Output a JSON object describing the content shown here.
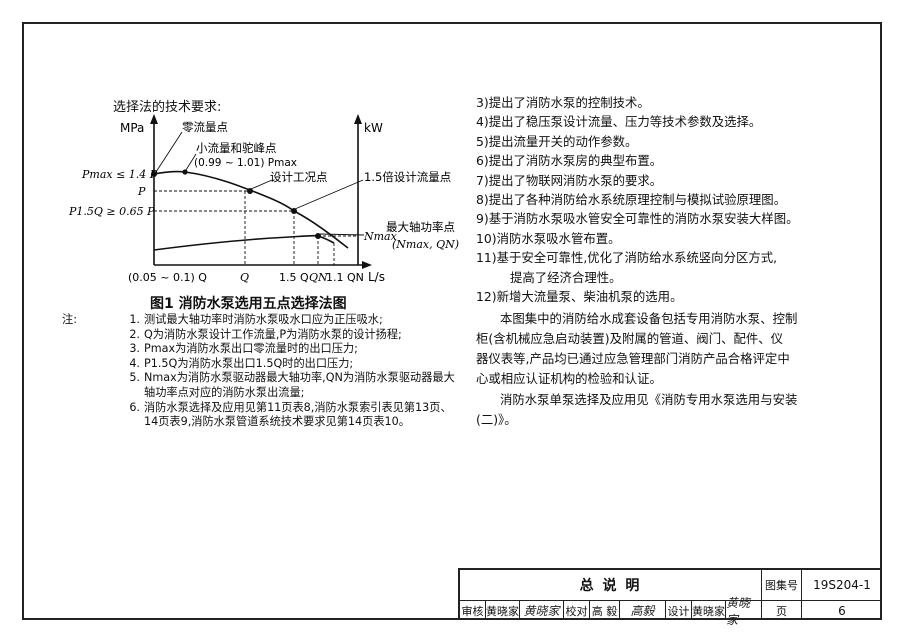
{
  "requirements_title": "选择法的技术要求:",
  "chart": {
    "y_left_unit": "MPa",
    "y_right_unit": "kW",
    "x_unit": "L/s",
    "left_labels": {
      "pmax": "Pmax ≤ 1.4 P",
      "p": "P",
      "p15": "P1.5Q ≥ 0.65 P"
    },
    "x_ticks": [
      "(0.05 ~ 0.1) Q",
      "Q",
      "1.5 Q",
      "QN",
      "1.1 QN"
    ],
    "annotations": {
      "zero_flow": "零流量点",
      "small_flow_1": "小流量和驼峰点",
      "small_flow_2": "(0.99 ~ 1.01) Pmax",
      "design": "设计工况点",
      "one_point_five": "1.5倍设计流量点",
      "max_shaft_1": "最大轴功率点",
      "max_shaft_2": "(Nmax, QN)",
      "nmax": "Nmax"
    }
  },
  "figure_caption": "图1  消防水泵选用五点选择法图",
  "notes_label": "注:",
  "notes": [
    {
      "num": "1.",
      "lines": [
        "测试最大轴功率时消防水泵吸水口应为正压吸水;"
      ]
    },
    {
      "num": "2.",
      "lines": [
        "Q为消防水泵设计工作流量,P为消防水泵的设计扬程;"
      ]
    },
    {
      "num": "3.",
      "lines": [
        "Pmax为消防水泵出口零流量时的出口压力;"
      ]
    },
    {
      "num": "4.",
      "lines": [
        "P1.5Q为消防水泵出口1.5Q时的出口压力;"
      ]
    },
    {
      "num": "5.",
      "lines": [
        "Nmax为消防水泵驱动器最大轴功率,QN为消防水泵驱动器最大",
        "轴功率点对应的消防水泵出流量;"
      ]
    },
    {
      "num": "6.",
      "lines": [
        "消防水泵选择及应用见第11页表8,消防水泵索引表见第13页、",
        "14页表9,消防水泵管道系统技术要求见第14页表10。"
      ]
    }
  ],
  "right_items": [
    "3)提出了消防水泵的控制技术。",
    "4)提出了稳压泵设计流量、压力等技术参数及选择。",
    "5)提出流量开关的动作参数。",
    "6)提出了消防水泵房的典型布置。",
    "7)提出了物联网消防水泵的要求。",
    "8)提出了各种消防给水系统原理控制与模拟试验原理图。",
    "9)基于消防水泵吸水管安全可靠性的消防水泵安装大样图。",
    "10)消防水泵吸水管布置。",
    "11)基于安全可靠性,优化了消防给水系统竖向分区方式,",
    "提高了经济合理性。",
    "12)新增大流量泵、柴油机泵的选用。"
  ],
  "paragraph1": [
    "本图集中的消防给水成套设备包括专用消防水泵、控制",
    "柜(含机械应急启动装置)及附属的管道、阀门、配件、仪",
    "器仪表等,产品均已通过应急管理部门消防产品合格评定中",
    "心或相应认证机构的检验和认证。"
  ],
  "paragraph2": [
    "消防水泵单泵选择及应用见《消防专用水泵选用与安装",
    "(二)》。"
  ],
  "title_block": {
    "title": "总  说  明",
    "atlas_label": "图集号",
    "atlas_no": "19S204-1",
    "review_label": "审核",
    "reviewer": "黄晓家",
    "reviewer_sig": "黄晓家",
    "check_label": "校对",
    "checker": "高 毅",
    "checker_sig": "高毅",
    "design_label": "设计",
    "designer": "黄晓家",
    "designer_sig": "黄晓家",
    "page_label": "页",
    "page_no": "6"
  }
}
